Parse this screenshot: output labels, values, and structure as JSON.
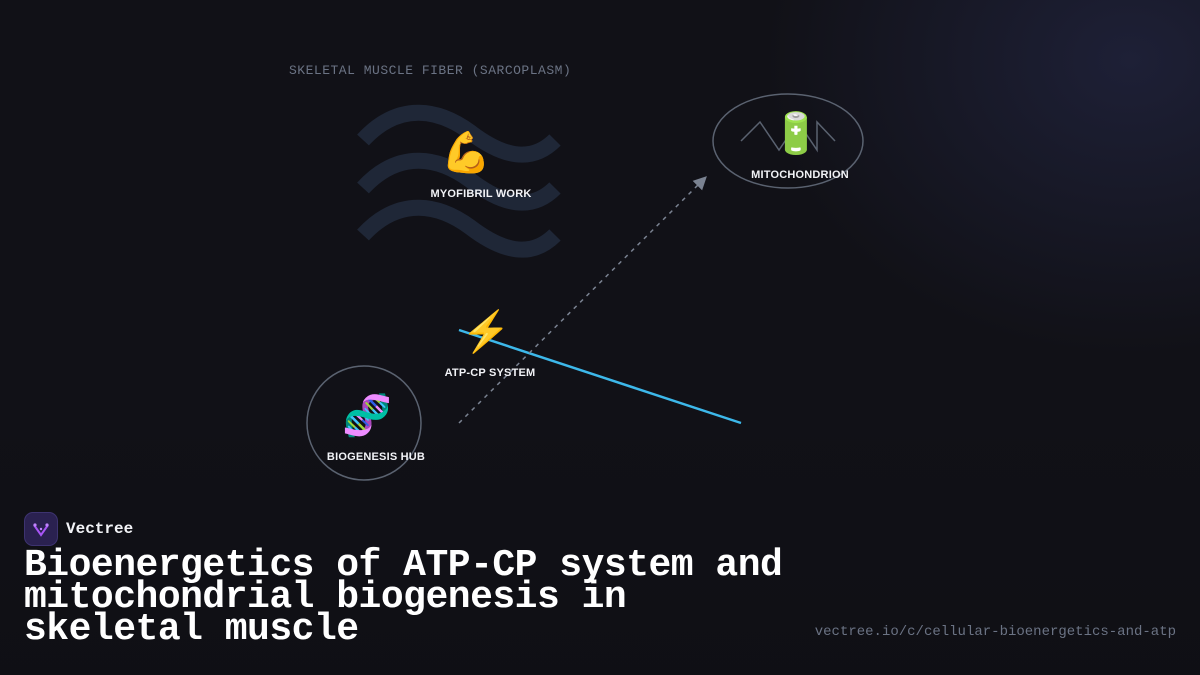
{
  "diagram": {
    "region_label": "SKELETAL MUSCLE FIBER (SARCOPLASM)",
    "nodes": {
      "myofibril": {
        "icon": "flexed-biceps",
        "emoji": "💪",
        "label": "MYOFIBRIL WORK"
      },
      "mitochondrion": {
        "icon": "battery",
        "emoji": "🔋",
        "label": "MITOCHONDRION"
      },
      "atp_cp": {
        "icon": "lightning-bolt",
        "emoji": "⚡",
        "label": "ATP-CP SYSTEM"
      },
      "biogenesis": {
        "icon": "dna",
        "emoji": "🧬",
        "label": "BIOGENESIS HUB"
      }
    },
    "colors": {
      "energy_line": "#3db8ea",
      "signal_arrow": "#7a8291",
      "wave": "#1f2737",
      "ring": "#5a6270"
    }
  },
  "brand": {
    "name": "Vectree",
    "logo_color": "#a855f7"
  },
  "title": "Bioenergetics of ATP-CP system and mitochondrial biogenesis in skeletal muscle",
  "url": "vectree.io/c/cellular-bioenergetics-and-atp"
}
